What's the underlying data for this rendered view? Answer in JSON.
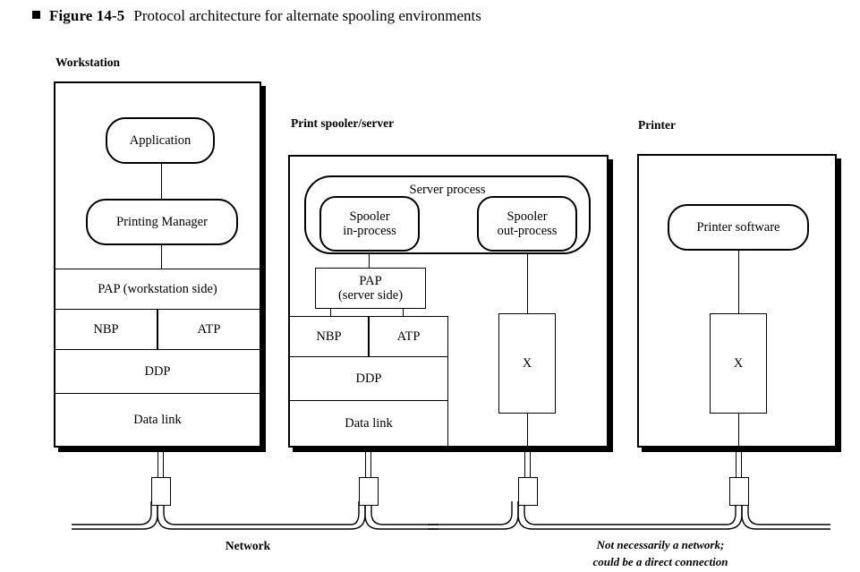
{
  "figure": {
    "bullet": "filled-square",
    "label": "Figure 14-5",
    "title": "Protocol architecture for alternate spooling environments"
  },
  "columns": {
    "workstation": {
      "heading": "Workstation",
      "blocks": {
        "application": "Application",
        "printing_manager": "Printing Manager"
      },
      "protocol_stack": [
        {
          "label": "PAP (workstation side)"
        },
        {
          "label": "NBP"
        },
        {
          "label": "ATP"
        },
        {
          "label": "DDP"
        },
        {
          "label": "Data link"
        }
      ]
    },
    "spooler": {
      "heading": "Print spooler/server",
      "server_process": {
        "label": "Server process",
        "children": [
          {
            "label": "Spooler\nin-process",
            "line1": "Spooler",
            "line2": "in-process"
          },
          {
            "label": "Spooler\nout-process",
            "line1": "Spooler",
            "line2": "out-process"
          }
        ]
      },
      "pap": {
        "line1": "PAP",
        "line2": "(server side)"
      },
      "protocol_stack": [
        {
          "label": "NBP"
        },
        {
          "label": "ATP"
        },
        {
          "label": "DDP"
        },
        {
          "label": "Data link"
        }
      ],
      "x_box": "X"
    },
    "printer": {
      "heading": "Printer",
      "software": "Printer software",
      "x_box": "X"
    }
  },
  "network": {
    "label": "Network",
    "note_line1": "Not necessarily a network;",
    "note_line2": "could be a direct connection"
  },
  "colors": {
    "line": "#000000",
    "background": "#ffffff",
    "shadow": "#000000"
  }
}
